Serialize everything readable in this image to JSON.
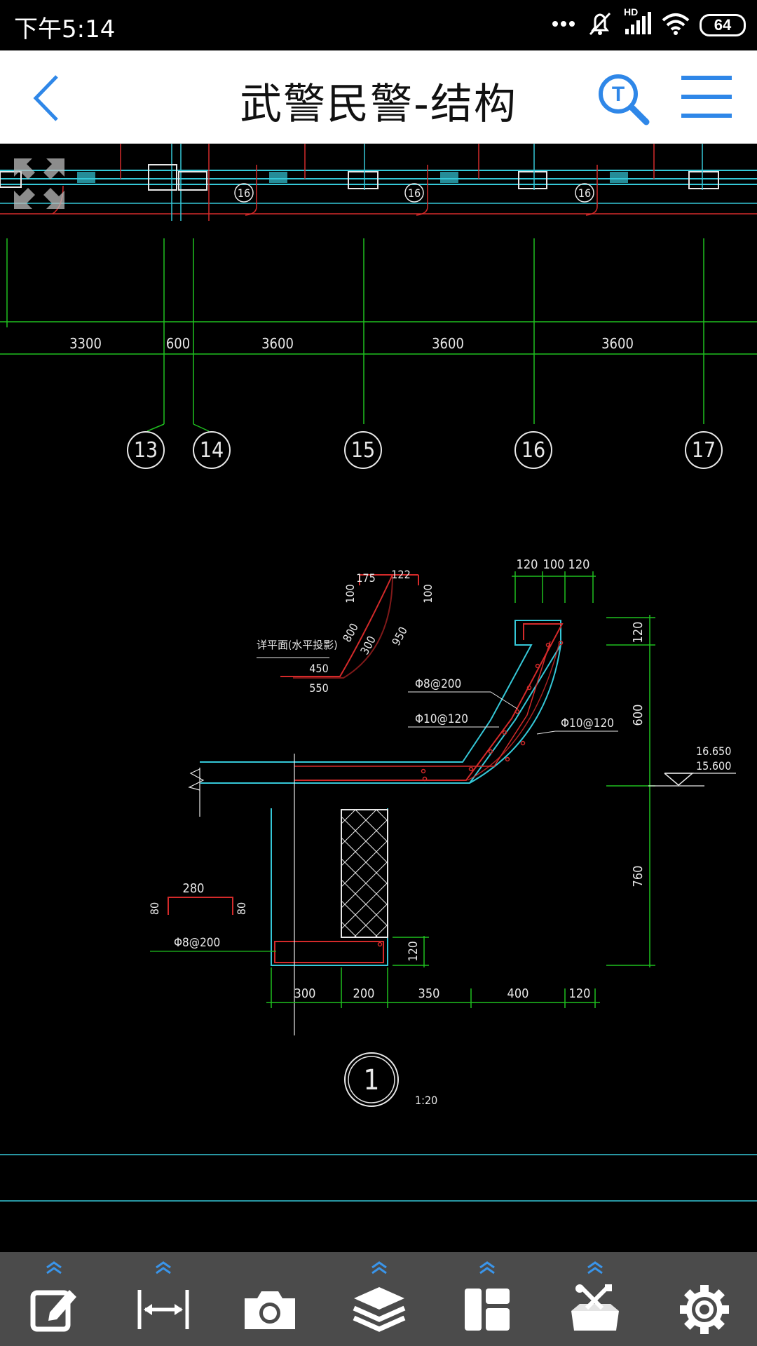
{
  "status_bar": {
    "time": "下午5:14",
    "network_label": "HD",
    "battery": "64"
  },
  "header": {
    "title": "武警民警-结构"
  },
  "drawing": {
    "axis_dimensions": [
      "3300",
      "600",
      "3600",
      "3600",
      "3600"
    ],
    "axis_labels": [
      "13",
      "14",
      "15",
      "16",
      "17"
    ],
    "small_axis_label": "16",
    "detail_top_dims": [
      "120",
      "100",
      "120"
    ],
    "detail_right_dims": [
      "120",
      "600",
      "760"
    ],
    "detail_bottom_dims": [
      "300",
      "200",
      "350",
      "400",
      "120"
    ],
    "detail_small_dim": "120",
    "elevations": [
      "16.650",
      "15.600"
    ],
    "rebar_labels": [
      "Φ8@200",
      "Φ10@120",
      "Φ10@120"
    ],
    "bent_bar_dims": [
      "175",
      "122",
      "100",
      "100",
      "800",
      "300",
      "950",
      "450",
      "550"
    ],
    "bent_bar_note": "详平面(水平投影)",
    "stirrup_dims": [
      "280",
      "80",
      "80"
    ],
    "stirrup_label": "Φ8@200",
    "detail_number": "1",
    "detail_scale": "1:20"
  },
  "toolbar": {
    "items": [
      "edit",
      "measure",
      "camera",
      "layers",
      "layout",
      "toolbox",
      "settings"
    ]
  },
  "colors": {
    "accent": "#2f87e8",
    "cad_green": "#1fbf1f",
    "cad_cyan": "#35c8d8",
    "cad_red": "#d42a2a",
    "cad_white": "#e8e8e8",
    "toolbar_bg": "#4b4b4b"
  }
}
